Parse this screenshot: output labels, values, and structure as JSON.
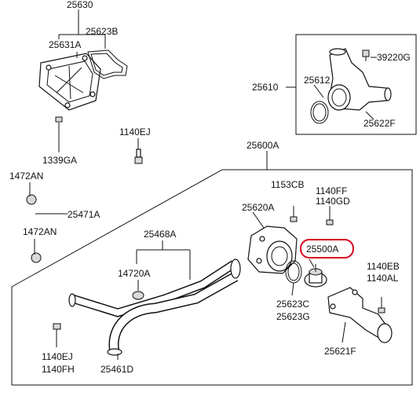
{
  "colors": {
    "ink": "#111111",
    "highlight": "#d6001c",
    "background": "#ffffff"
  },
  "labels": {
    "p25630": "25630",
    "p25623B": "25623B",
    "p25631A": "25631A",
    "p1339GA": "1339GA",
    "p1140EJ_top": "1140EJ",
    "p1472AN_a": "1472AN",
    "p25471A": "25471A",
    "p1472AN_b": "1472AN",
    "p25468A": "25468A",
    "p14720A": "14720A",
    "p1140EJ_bot": "1140EJ",
    "p1140FH": "1140FH",
    "p25461D": "25461D",
    "p39220G": "39220G",
    "p25610": "25610",
    "p25612": "25612",
    "p25622F": "25622F",
    "p25600A": "25600A",
    "p1153CB": "1153CB",
    "p1140FF": "1140FF",
    "p1140GD": "1140GD",
    "p25620A": "25620A",
    "p25500A": "25500A",
    "p1140EB": "1140EB",
    "p1140AL": "1140AL",
    "p25623C": "25623C",
    "p25623G": "25623G",
    "p25621F": "25621F"
  }
}
